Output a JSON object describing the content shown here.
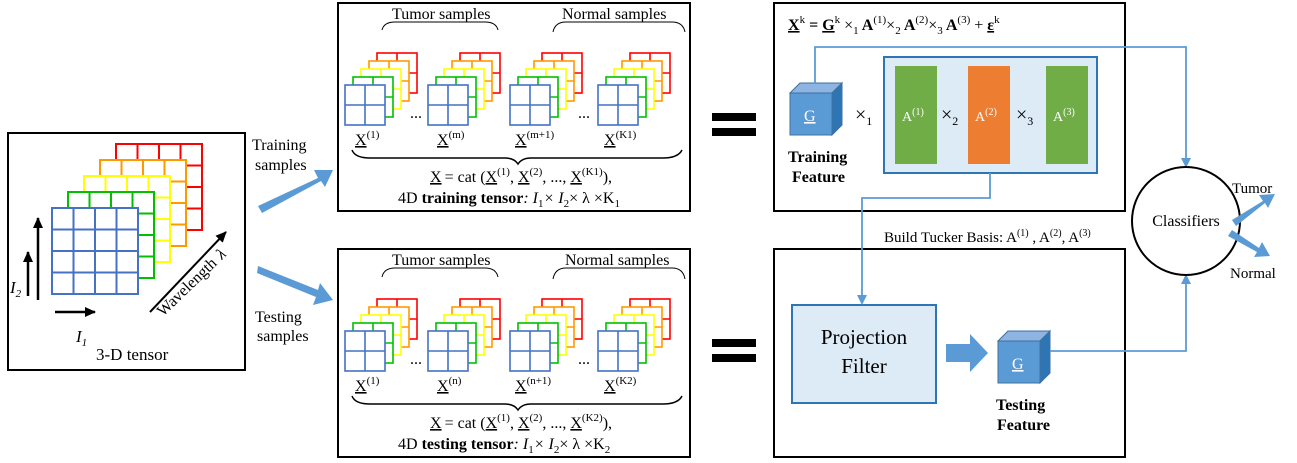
{
  "left_panel": {
    "axis_i1": "I",
    "axis_i1_sub": "1",
    "axis_i2": "I",
    "axis_i2_sub": "2",
    "wavelength": "Wavelength",
    "lambda": "λ",
    "caption": "3-D tensor"
  },
  "arrows": {
    "training_line1": "Training",
    "training_line2": "samples",
    "testing_line1": "Testing",
    "testing_line2": "samples"
  },
  "training_box": {
    "tumor_label": "Tumor samples",
    "normal_label": "Normal samples",
    "dots": "...",
    "cube_labels": [
      {
        "base": "X",
        "sup": "(1)"
      },
      {
        "base": "X",
        "sup": "(m)"
      },
      {
        "base": "X",
        "sup": "(m+1)"
      },
      {
        "base": "X",
        "sup": "(K1)"
      }
    ],
    "eq_prefix": "X",
    "eq_cat": "= cat (",
    "eq_x1": "X",
    "eq_x1_sup": "(1)",
    "eq_comma": ",",
    "eq_x2": "X",
    "eq_x2_sup": "(2)",
    "eq_dots": ", ...,",
    "eq_xk": "X",
    "eq_xk_sup": "(K1)",
    "eq_end": "),",
    "tensor_prefix": "4D ",
    "tensor_bold": "training tensor",
    "tensor_dims": ": I",
    "tensor_s1": "1",
    "tensor_x2": "× I",
    "tensor_s2": "2",
    "tensor_lambda": "× λ ×K",
    "tensor_sk": "1"
  },
  "testing_box": {
    "tumor_label": "Tumor samples",
    "normal_label": "Normal samples",
    "dots": "...",
    "cube_labels": [
      {
        "base": "X",
        "sup": "(1)"
      },
      {
        "base": "X",
        "sup": "(n)"
      },
      {
        "base": "X",
        "sup": "(n+1)"
      },
      {
        "base": "X",
        "sup": "(K2)"
      }
    ],
    "eq_prefix": "X",
    "eq_cat": "= cat (",
    "eq_x1": "X",
    "eq_x1_sup": "(1)",
    "eq_comma": ",",
    "eq_x2": "X",
    "eq_x2_sup": "(2)",
    "eq_dots": ", ...,",
    "eq_xk": "X",
    "eq_xk_sup": "(K2)",
    "eq_end": "),",
    "tensor_prefix": "4D ",
    "tensor_bold": "testing tensor",
    "tensor_dims": ": I",
    "tensor_s1": "1",
    "tensor_x2": "× I",
    "tensor_s2": "2",
    "tensor_lambda": "× λ ×K",
    "tensor_sk": "2"
  },
  "tucker_box": {
    "eq_x": "X",
    "eq_x_sup": "k",
    "eq_equals": " = ",
    "eq_g": "G",
    "eq_g_sup": "k",
    "eq_times1": " ×",
    "eq_s1": "1",
    "eq_a1": " A",
    "eq_a1_sup": "(1)",
    "eq_times2": "×",
    "eq_s2": "2",
    "eq_a2": " A",
    "eq_a2_sup": "(2)",
    "eq_times3": "×",
    "eq_s3": "3",
    "eq_a3": " A",
    "eq_a3_sup": "(3)",
    "eq_plus": " +  ",
    "eq_e": "ε",
    "eq_e_sup": "k",
    "core_label": "G",
    "times": "×",
    "sub1": "1",
    "sub2": "2",
    "sub3": "3",
    "a1": "A",
    "a1_sup": "(1)",
    "a2": "A",
    "a2_sup": "(2)",
    "a3": "A",
    "a3_sup": "(3)",
    "feature_line1": "Training",
    "feature_line2": "Feature"
  },
  "build_basis": {
    "text": "Build Tucker Basis: A",
    "s1": "(1)",
    "a2": " , A",
    "s2": "(2)",
    "a3": ", A",
    "s3": "(3)"
  },
  "projection_box": {
    "line1": "Projection",
    "line2": "Filter",
    "core_label": "G",
    "feature_line1": "Testing",
    "feature_line2": "Feature"
  },
  "classifier": {
    "label": "Classifiers",
    "out_tumor": "Tumor",
    "out_normal": "Normal"
  },
  "colors": {
    "frame": "#000000",
    "arrow_blue": "#5B9BD5",
    "cube_fill": "#5B9BD5",
    "box_fill": "#DDEBF7",
    "green": "#70AD47",
    "orange": "#ED7D31",
    "layers": [
      "#FF0000",
      "#FF9900",
      "#FFFF00",
      "#00C000",
      "#4472C4"
    ]
  }
}
